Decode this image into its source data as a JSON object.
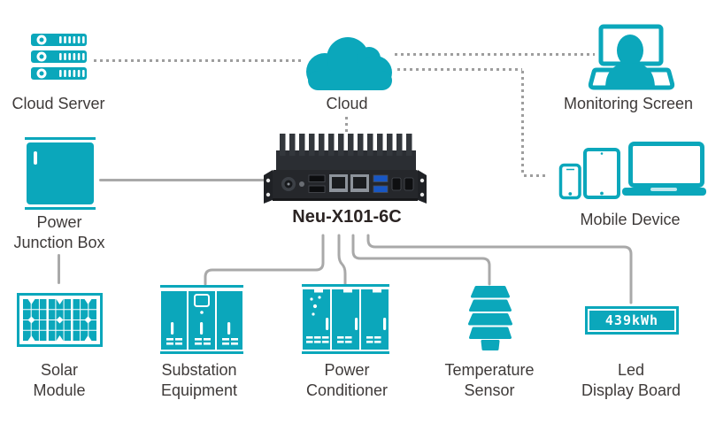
{
  "nodes": {
    "cloud_server": {
      "label": "Cloud Server"
    },
    "cloud": {
      "label": "Cloud"
    },
    "monitoring_screen": {
      "label": "Monitoring Screen"
    },
    "power_junction_box": {
      "label_line1": "Power",
      "label_line2": "Junction Box"
    },
    "device": {
      "model": "Neu-X101-6C"
    },
    "mobile_device": {
      "label": "Mobile Device"
    },
    "solar_module": {
      "label_line1": "Solar",
      "label_line2": "Module"
    },
    "substation_equipment": {
      "label_line1": "Substation",
      "label_line2": "Equipment"
    },
    "power_conditioner": {
      "label_line1": "Power",
      "label_line2": "Conditioner"
    },
    "temperature_sensor": {
      "label_line1": "Temperature",
      "label_line2": "Sensor"
    },
    "led_display_board": {
      "label_line1": "Led",
      "label_line2": "Display Board",
      "display_value": "439kWh"
    }
  },
  "colors": {
    "teal": "#0ba7bb",
    "connector_gray": "#a9a9a9",
    "dotted_gray": "#9e9e9e",
    "label_text": "#3e3a39",
    "device_title_text": "#2b2423"
  }
}
